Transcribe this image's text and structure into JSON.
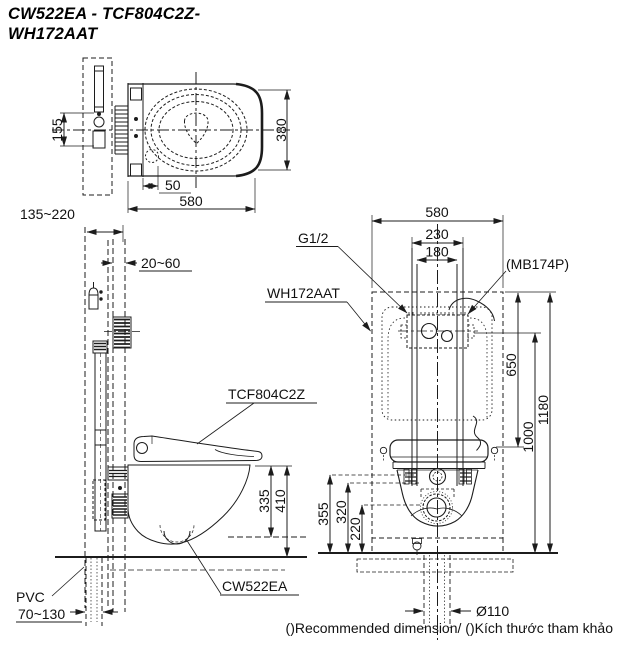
{
  "title": {
    "line1": "CW522EA - TCF804C2Z-",
    "line2": "WH172AAT"
  },
  "footer": {
    "note": "()Recommended dimension/ ()Kích thước tham khảo"
  },
  "colors": {
    "line": "#1c1c1c",
    "text": "#111111",
    "background": "#ffffff"
  },
  "top_view": {
    "dims": {
      "d155": "155",
      "d380": "380",
      "d50": "50",
      "d580": "580"
    }
  },
  "side_view": {
    "dims": {
      "d135_220": "135~220",
      "d20_60": "20~60",
      "d335": "335",
      "d410": "410",
      "d70_130": "70~130"
    },
    "labels": {
      "seat": "TCF804C2Z",
      "pvc": "PVC",
      "bowl": "CW522EA"
    }
  },
  "front_view": {
    "dims": {
      "d580": "580",
      "d230": "230",
      "d180": "180",
      "d650": "650",
      "d1000": "1000",
      "d1180": "1180",
      "d355": "355",
      "d320": "320",
      "d220": "220",
      "dia110": "Ø110"
    },
    "labels": {
      "inlet": "G1/2",
      "hose": "(MB174P)",
      "frame": "WH172AAT"
    }
  }
}
